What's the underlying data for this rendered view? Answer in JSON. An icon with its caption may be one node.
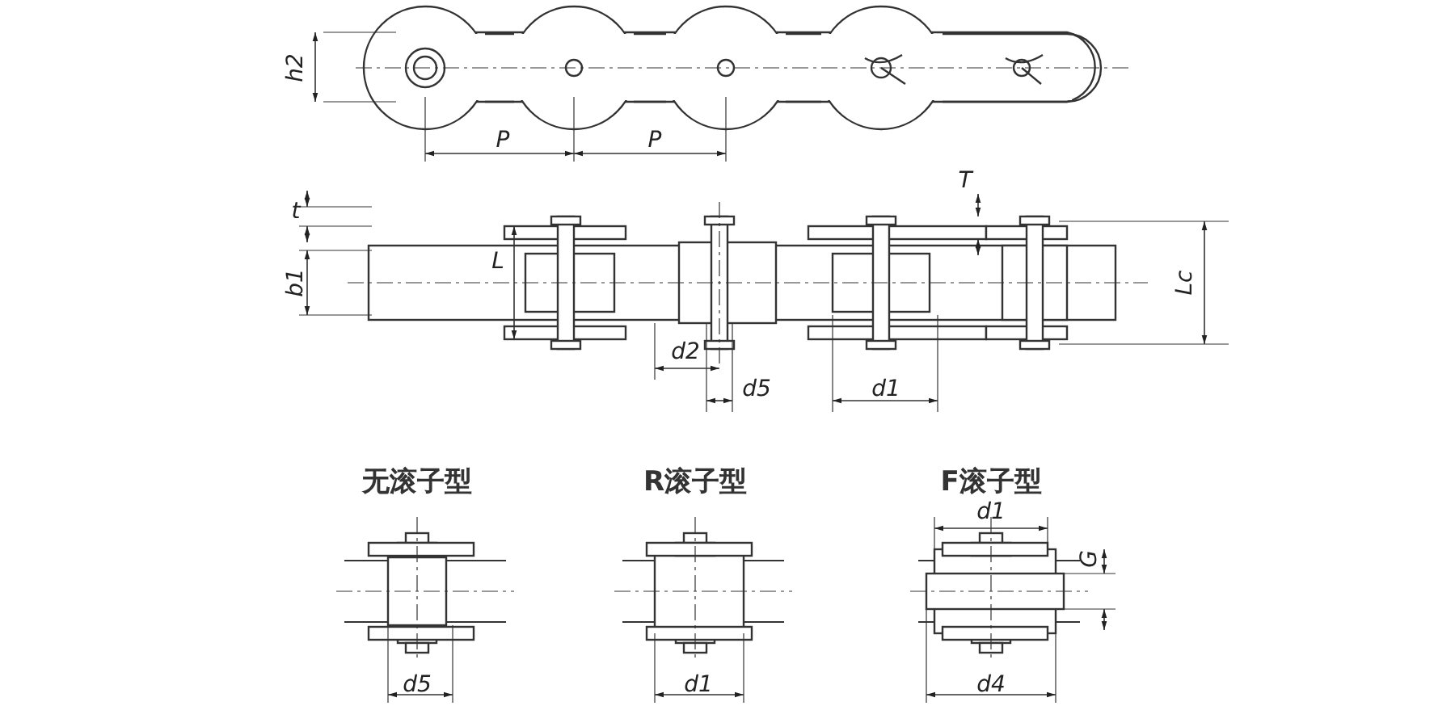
{
  "diagram": {
    "labels": [
      "h2",
      "P",
      "P",
      "t",
      "T",
      "b1",
      "L",
      "Lc",
      "d2",
      "d5",
      "d1",
      "无滚子型",
      "R滚子型",
      "F滚子型",
      "d1",
      "G",
      "d5",
      "d1",
      "d4"
    ]
  }
}
